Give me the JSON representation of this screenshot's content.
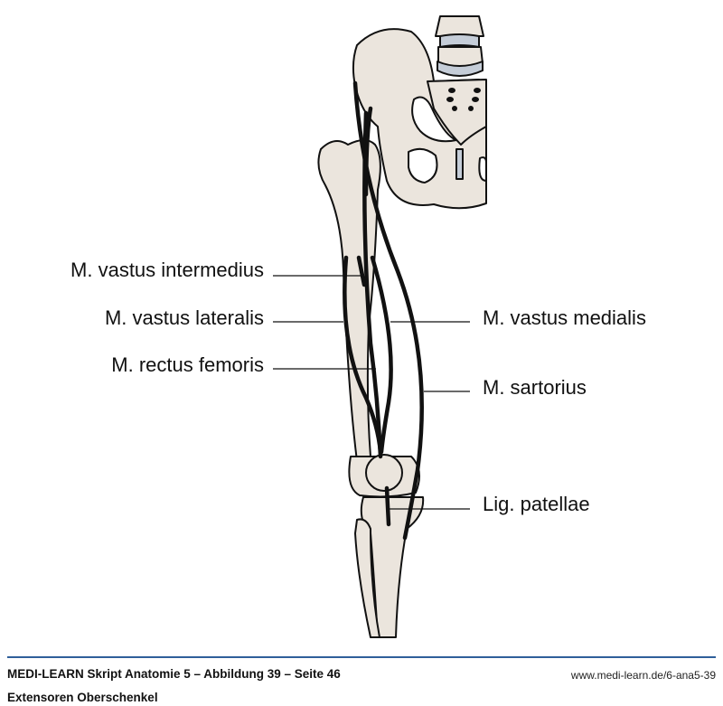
{
  "labels_left": [
    {
      "text": "M. vastus intermedius"
    },
    {
      "text": "M. vastus lateralis"
    },
    {
      "text": "M. rectus femoris"
    }
  ],
  "labels_right": [
    {
      "text": "M. vastus medialis"
    },
    {
      "text": "M. sartorius"
    },
    {
      "text": "Lig. patellae"
    }
  ],
  "footer": {
    "source": "MEDI-LEARN Skript Anatomie 5 – Abbildung 39 – Seite 46",
    "url": "www.medi-learn.de/6-ana5-39",
    "caption": "Extensoren Oberschenkel"
  },
  "colors": {
    "bone": "#ebe5dd",
    "disc": "#c5cdd8",
    "rule": "#2f5f9a"
  }
}
